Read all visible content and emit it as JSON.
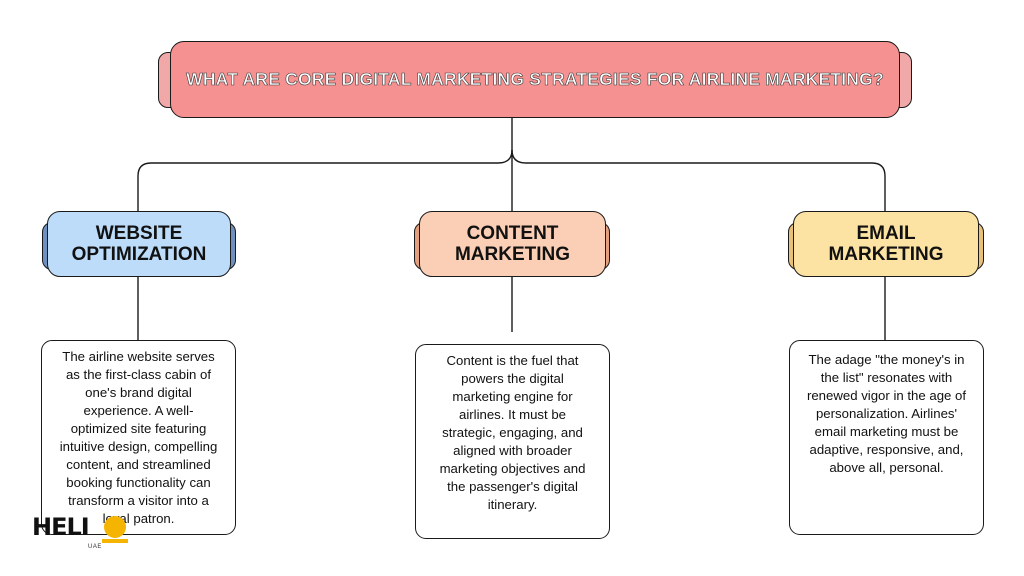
{
  "title": "WHAT ARE CORE DIGITAL MARKETING STRATEGIES FOR AIRLINE MARKETING?",
  "categories": [
    {
      "line1": "WEBSITE",
      "line2": "OPTIMIZATION",
      "color": "#bcdcfa",
      "tab_color": "#6f8fbe"
    },
    {
      "line1": "CONTENT",
      "line2": "MARKETING",
      "color": "#fbcfb6",
      "tab_color": "#e2a07e"
    },
    {
      "line1": "EMAIL",
      "line2": "MARKETING",
      "color": "#fde3a3",
      "tab_color": "#e8c077"
    }
  ],
  "descriptions": [
    {
      "lines": [
        "The airline website serves",
        "as the first-class cabin of",
        "one's brand digital",
        "experience. A well-",
        "optimized site featuring",
        "intuitive design, compelling",
        "content, and streamlined",
        "booking functionality can",
        "transform a visitor into a",
        "loyal patron."
      ]
    },
    {
      "lines": [
        "Content is the fuel that",
        "powers the digital",
        "marketing engine for",
        "airlines. It must be",
        "strategic, engaging, and",
        "aligned with broader",
        "marketing objectives and",
        "the passenger's digital",
        "itinerary."
      ]
    },
    {
      "lines": [
        "The adage \"the money's in",
        "the list\" resonates with",
        "renewed vigor in the age of",
        "personalization. Airlines'",
        "email marketing must be",
        "adaptive, responsive, and,",
        "above all, personal."
      ]
    }
  ],
  "logo": {
    "word": "HELI",
    "sub": "UAE"
  }
}
